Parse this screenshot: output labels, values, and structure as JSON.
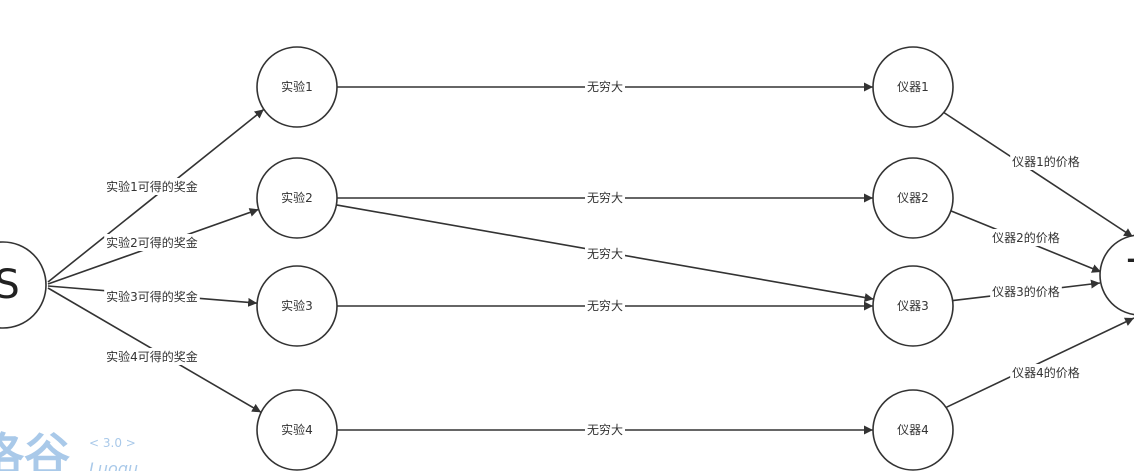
{
  "diagram": {
    "nodes": [
      {
        "id": "S",
        "label": "S"
      },
      {
        "id": "e1",
        "label": "实验1"
      },
      {
        "id": "e2",
        "label": "实验2"
      },
      {
        "id": "e3",
        "label": "实验3"
      },
      {
        "id": "e4",
        "label": "实验4"
      },
      {
        "id": "i1",
        "label": "仪器1"
      },
      {
        "id": "i2",
        "label": "仪器2"
      },
      {
        "id": "i3",
        "label": "仪器3"
      },
      {
        "id": "i4",
        "label": "仪器4"
      },
      {
        "id": "T",
        "label": "T"
      }
    ],
    "edges": [
      {
        "from": "S",
        "to": "e1",
        "label": "实验1可得的奖金"
      },
      {
        "from": "S",
        "to": "e2",
        "label": "实验2可得的奖金"
      },
      {
        "from": "S",
        "to": "e3",
        "label": "实验3可得的奖金"
      },
      {
        "from": "S",
        "to": "e4",
        "label": "实验4可得的奖金"
      },
      {
        "from": "e1",
        "to": "i1",
        "label": "无穷大"
      },
      {
        "from": "e2",
        "to": "i2",
        "label": "无穷大"
      },
      {
        "from": "e2",
        "to": "i3",
        "label": "无穷大"
      },
      {
        "from": "e3",
        "to": "i3",
        "label": "无穷大"
      },
      {
        "from": "e4",
        "to": "i4",
        "label": "无穷大"
      },
      {
        "from": "i1",
        "to": "T",
        "label": "仪器1的价格"
      },
      {
        "from": "i2",
        "to": "T",
        "label": "仪器2的价格"
      },
      {
        "from": "i3",
        "to": "T",
        "label": "仪器3的价格"
      },
      {
        "from": "i4",
        "to": "T",
        "label": "仪器4的价格"
      }
    ]
  },
  "watermark": {
    "text": "洛谷",
    "version": "< 3.0 >",
    "sub": "Luogu"
  }
}
